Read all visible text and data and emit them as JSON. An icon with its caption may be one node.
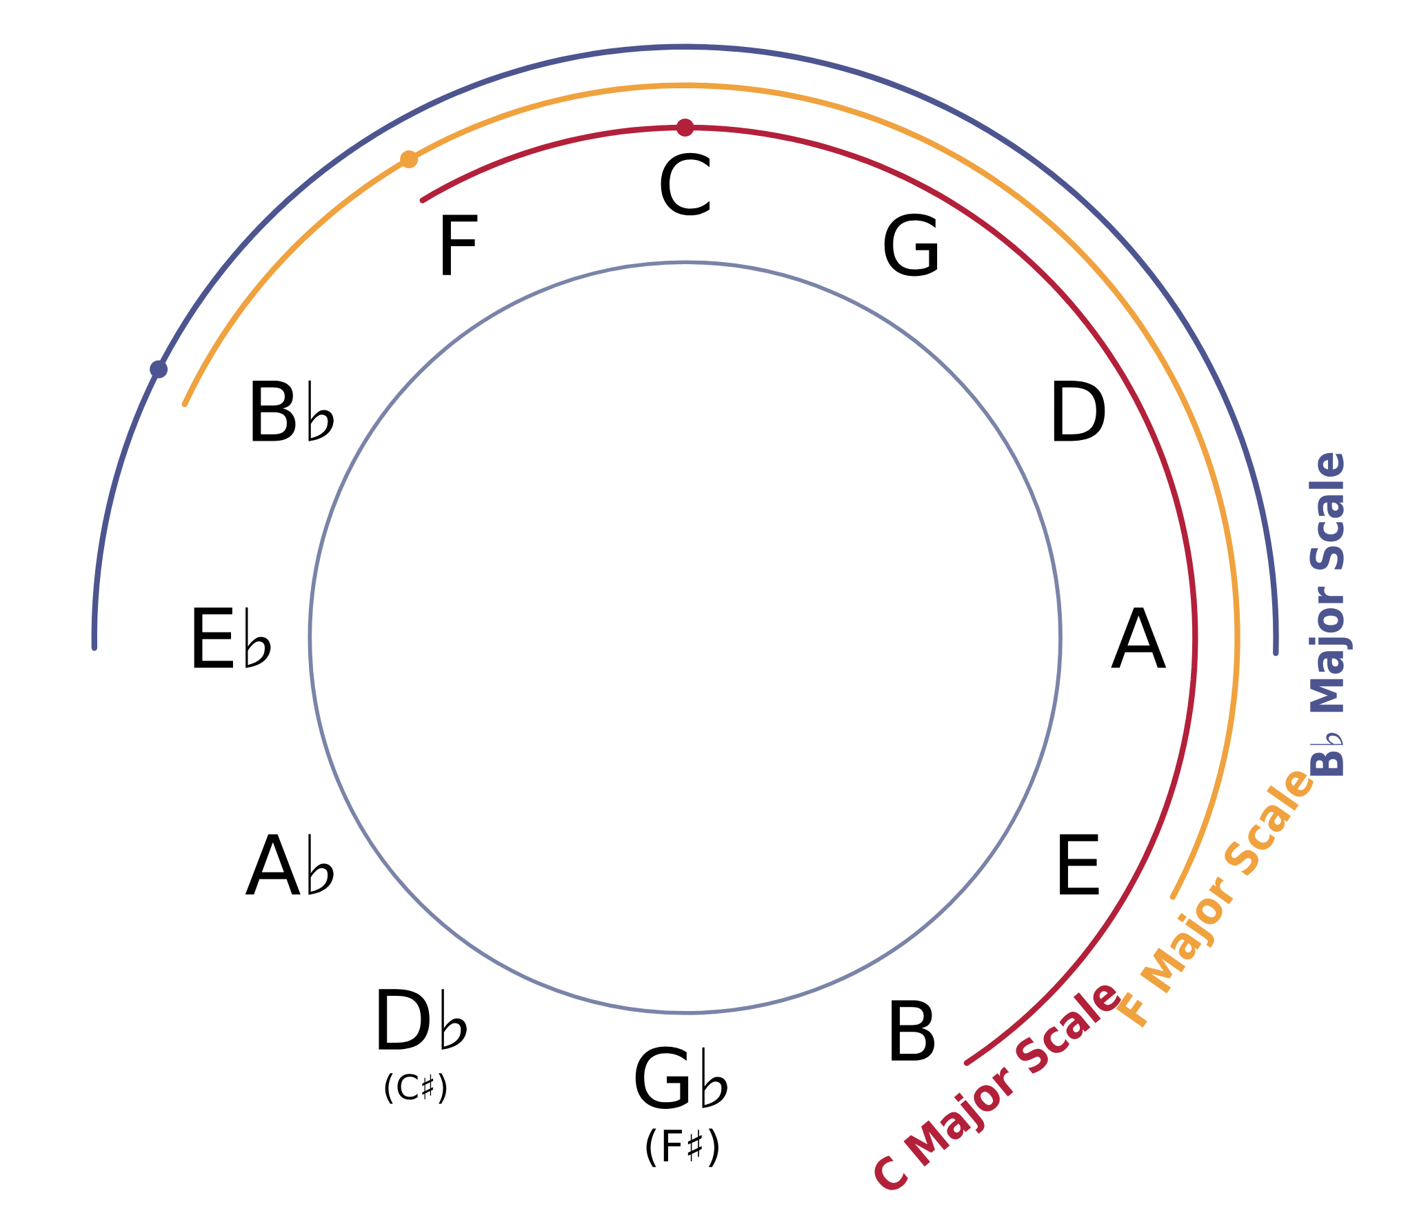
{
  "diagram": {
    "labels": [
      "C",
      "G",
      "D",
      "A",
      "E",
      "B",
      "G♭",
      "(F♯)",
      "D♭",
      "(C♯)",
      "A♭",
      "E♭",
      "B♭",
      "F",
      "C Major Scale",
      "F Major Scale",
      "B♭ Major Scale"
    ]
  }
}
